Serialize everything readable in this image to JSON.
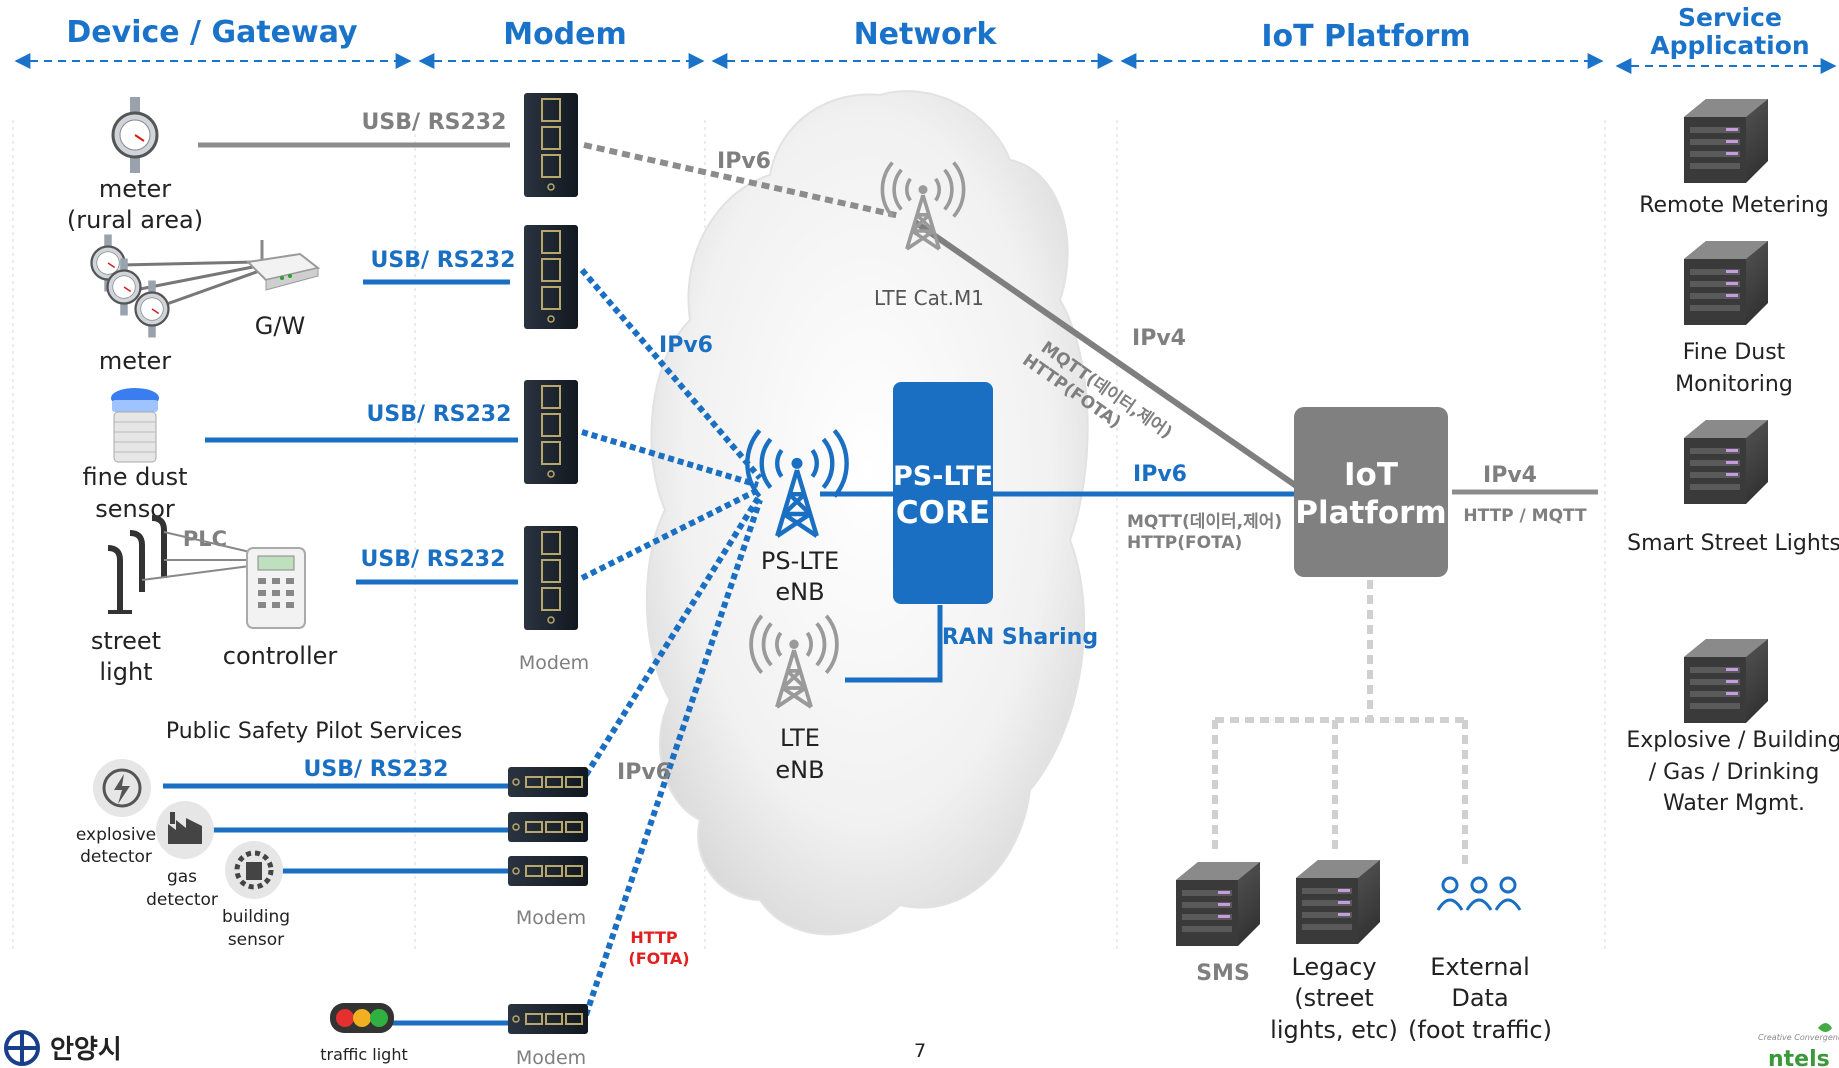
{
  "sections": {
    "device": "Device / Gateway",
    "modem": "Modem",
    "network": "Network",
    "iot": "IoT Platform",
    "service_line1": "Service",
    "service_line2": "Application"
  },
  "devices": {
    "meter_rural_1": "meter",
    "meter_rural_2": "(rural area)",
    "meter": "meter",
    "gw": "G/W",
    "fine_dust_1": "fine dust",
    "fine_dust_2": "sensor",
    "plc": "PLC",
    "street_1": "street",
    "street_2": "light",
    "controller": "controller",
    "pilot_title": "Public Safety Pilot Services",
    "explosive_1": "explosive",
    "explosive_2": "detector",
    "gas_1": "gas",
    "gas_2": "detector",
    "building_1": "building",
    "building_2": "sensor",
    "traffic": "traffic light"
  },
  "links": {
    "usb1": "USB/ RS232",
    "usb2": "USB/ RS232",
    "usb3": "USB/ RS232",
    "usb4": "USB/ RS232",
    "usb5": "USB/ RS232",
    "ipv6_gray": "IPv6",
    "ipv6_blue": "IPv6",
    "ipv6_gray2": "IPv6",
    "http": "HTTP",
    "fota": "(FOTA)",
    "modem1": "Modem",
    "modem2": "Modem",
    "modem3": "Modem"
  },
  "network": {
    "ltecat": "LTE Cat.M1",
    "pslte_1": "PS-LTE",
    "pslte_2": "eNB",
    "lte_1": "LTE",
    "lte_2": "eNB",
    "core_1": "PS-LTE",
    "core_2": "CORE",
    "ran": "RAN Sharing",
    "ipv4": "IPv4",
    "mqtt_diag_1": "MQTT(데이터,제어)",
    "mqtt_diag_2": "HTTP(FOTA)",
    "ipv6_core": "IPv6",
    "mqtt_1": "MQTT(데이터,제어)",
    "mqtt_2": "HTTP(FOTA)"
  },
  "platform": {
    "iot_1": "IoT",
    "iot_2": "Platform",
    "ipv4": "IPv4",
    "http_mqtt": "HTTP / MQTT",
    "sms": "SMS",
    "legacy_1": "Legacy",
    "legacy_2": "(street",
    "legacy_3": "lights, etc)",
    "external_1": "External",
    "external_2": "Data",
    "external_3": "(foot traffic)"
  },
  "services": {
    "remote": "Remote Metering",
    "dust_1": "Fine Dust",
    "dust_2": "Monitoring",
    "smart": "Smart Street Lights",
    "exp_1": "Explosive / Building",
    "exp_2": "/ Gas / Drinking",
    "exp_3": "Water Mgmt."
  },
  "footer": {
    "page": "7",
    "city": "안양시",
    "logo_small": "Creative Convergence",
    "logo": "ntels"
  },
  "colors": {
    "blue": "#1a6fc2",
    "gray": "#7f7f7f",
    "red": "#e02020",
    "core": "#1a6fc2",
    "platform": "#808080"
  }
}
